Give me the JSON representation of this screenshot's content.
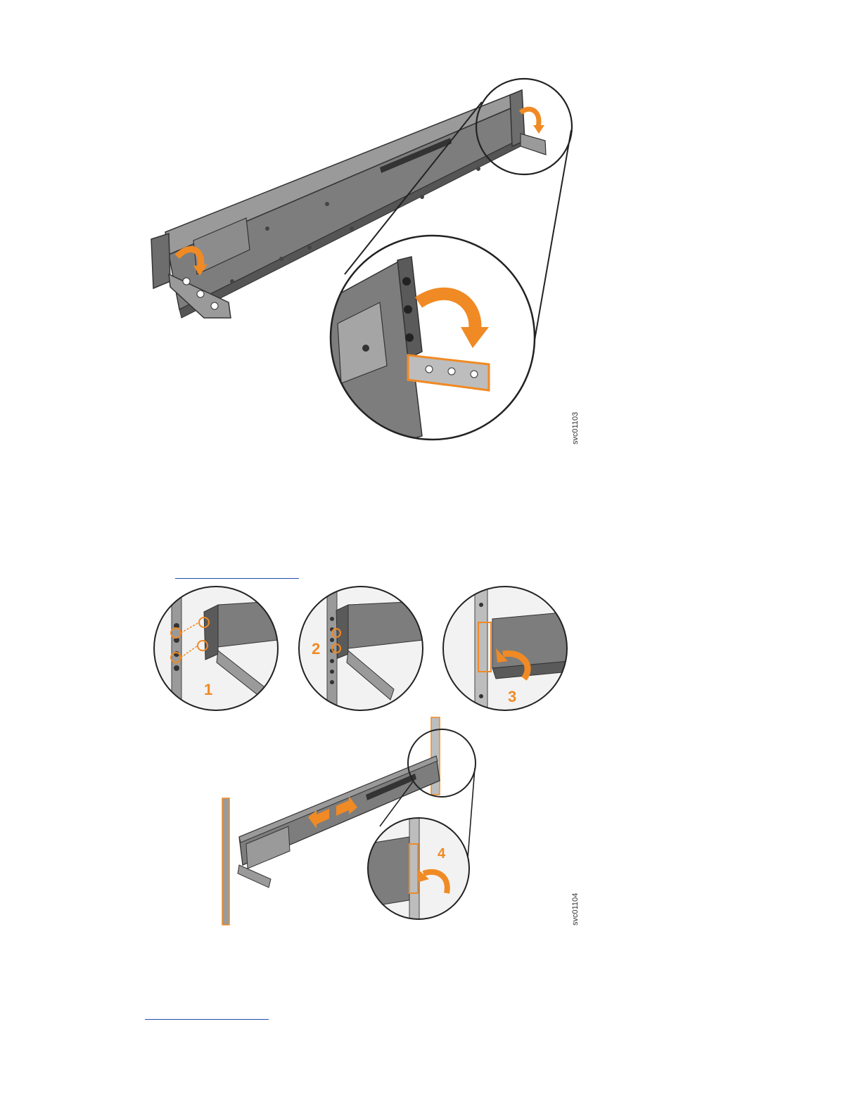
{
  "figure1": {
    "id_label": "svc01103"
  },
  "figure2": {
    "id_label": "svc01104",
    "step_labels": [
      "1",
      "2",
      "3",
      "4"
    ]
  },
  "colors": {
    "accent": "#f08a24",
    "metal_dark": "#4a4a4a",
    "metal_mid": "#7d7d7d",
    "metal_light": "#bdbdbd",
    "link": "#1f4eb0"
  }
}
